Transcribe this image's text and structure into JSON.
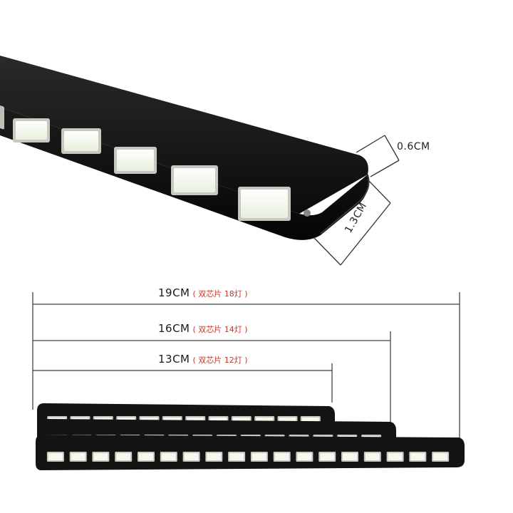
{
  "dimensions": {
    "thickness": "0.6CM",
    "width": "1.3CM"
  },
  "lengths": [
    {
      "length": "19CM",
      "note": "( 双芯片 18灯 )",
      "leds": 18
    },
    {
      "length": "16CM",
      "note": "( 双芯片 14灯 )",
      "leds": 14
    },
    {
      "length": "13CM",
      "note": "( 双芯片 12灯 )",
      "leds": 12
    }
  ],
  "colors": {
    "strip_body": "#141414",
    "led": "#f4f8ee",
    "led_frame": "#c8c8c0",
    "line": "#333333",
    "note": "#c0392b"
  }
}
